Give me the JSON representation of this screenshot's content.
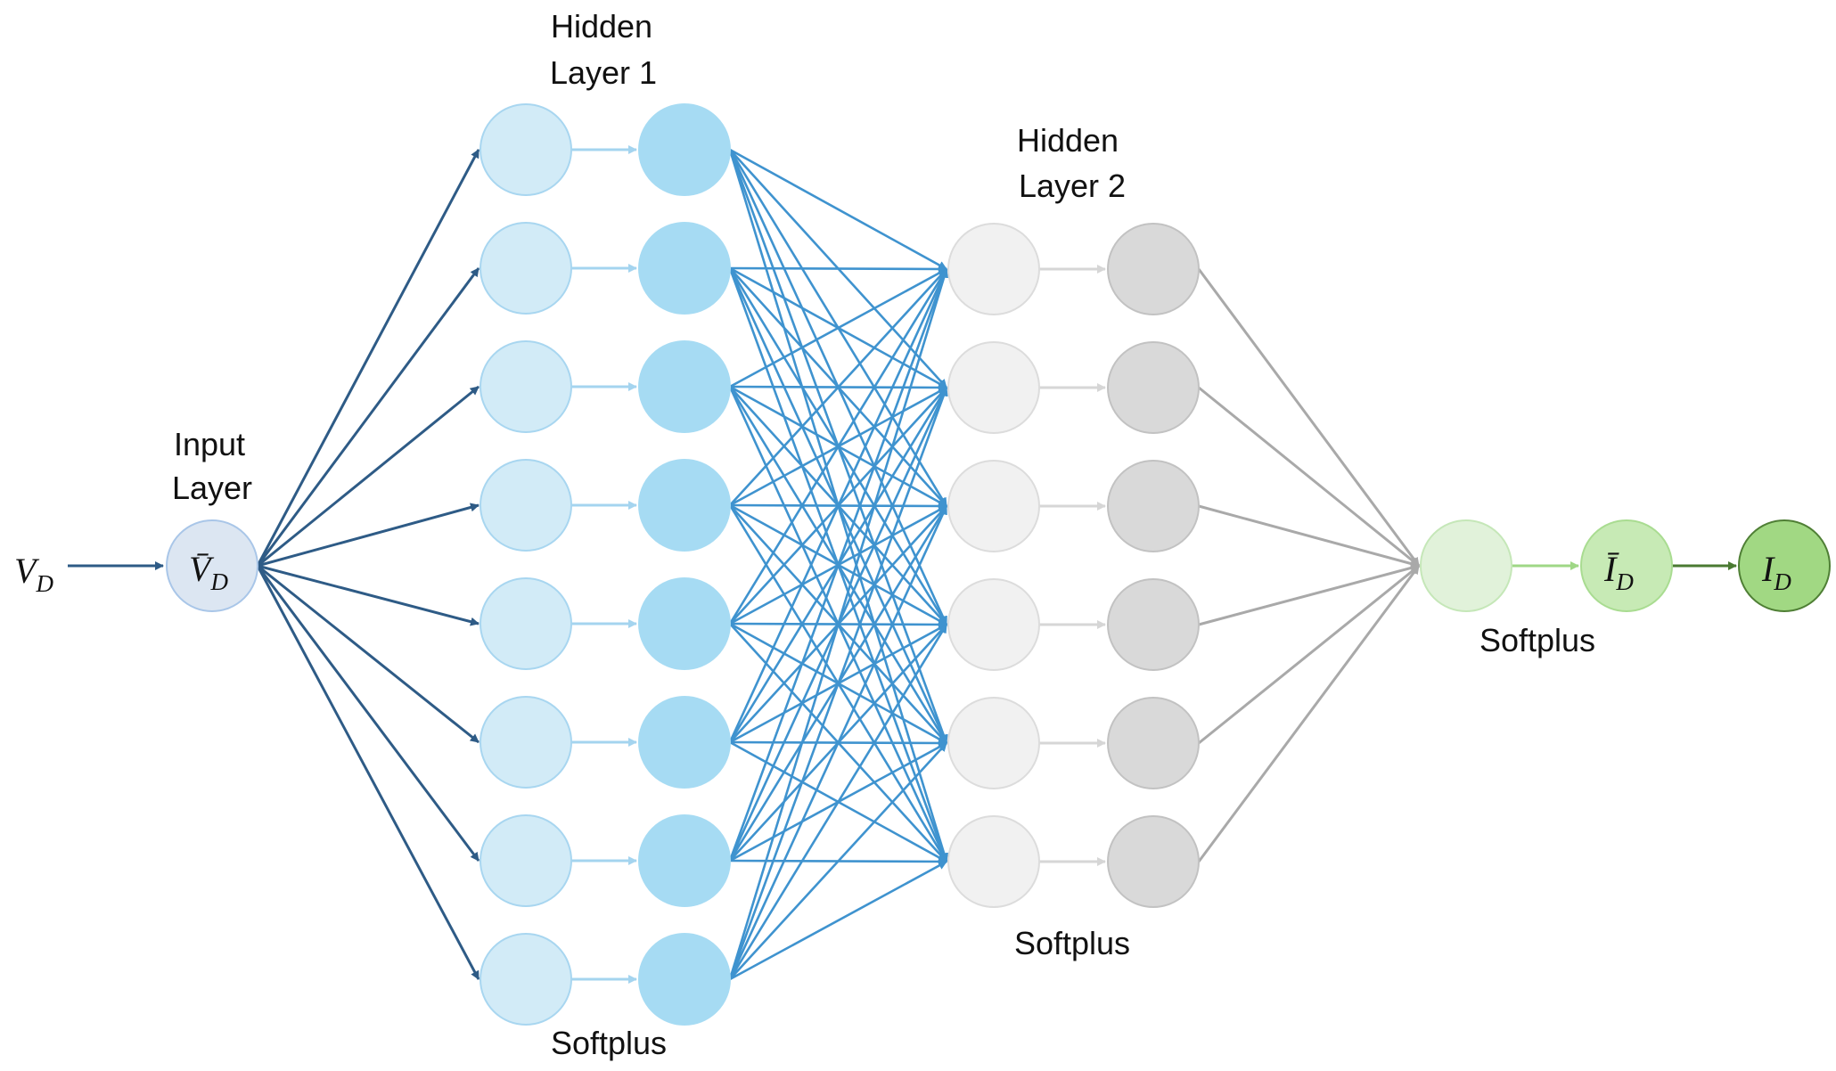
{
  "colors": {
    "input_edge": "#2e5b86",
    "h1_pre_fill": "#d2ebf7",
    "h1_pre_stroke": "#a8d6f0",
    "h1_post_fill": "#a6dbf3",
    "h1_post_stroke": "#a6dbf3",
    "h1_internal_edge": "#a4d4ef",
    "h1_to_h2_edge": "#3f93cf",
    "h2_pre_fill": "#f1f1f1",
    "h2_pre_stroke": "#dcdcdc",
    "h2_post_fill": "#d9d9d9",
    "h2_post_stroke": "#c2c2c2",
    "h2_internal_edge": "#d6d6d6",
    "h2_to_out_edge": "#a9a9a9",
    "input_node_fill": "#dce6f2",
    "input_node_stroke": "#a9c6e8",
    "out_pre_fill": "#e1f2da",
    "out_pre_stroke": "#c5e7b8",
    "out_norm_fill": "#c7eab5",
    "out_norm_stroke": "#a9dc91",
    "out_final_fill": "#a1d883",
    "out_final_stroke": "#4f7f35",
    "out_internal_edge": "#9fd786",
    "out_final_edge": "#4a7a32"
  },
  "layers": {
    "hidden1": {
      "neurons": 8,
      "title_line1": "Hidden",
      "title_line2": "Layer 1",
      "activation": "Softplus"
    },
    "hidden2": {
      "neurons": 6,
      "title_line1": "Hidden",
      "title_line2": "Layer 2",
      "activation": "Softplus"
    },
    "input": {
      "title_line1": "Input",
      "title_line2": "Layer"
    },
    "output": {
      "activation": "Softplus"
    }
  },
  "math": {
    "input_var": {
      "main": "V",
      "sub": "D"
    },
    "input_node": {
      "main": "V̄",
      "sub": "D"
    },
    "output_norm": {
      "main": "Ī",
      "sub": "D"
    },
    "output_final": {
      "main": "I",
      "sub": "D"
    }
  }
}
